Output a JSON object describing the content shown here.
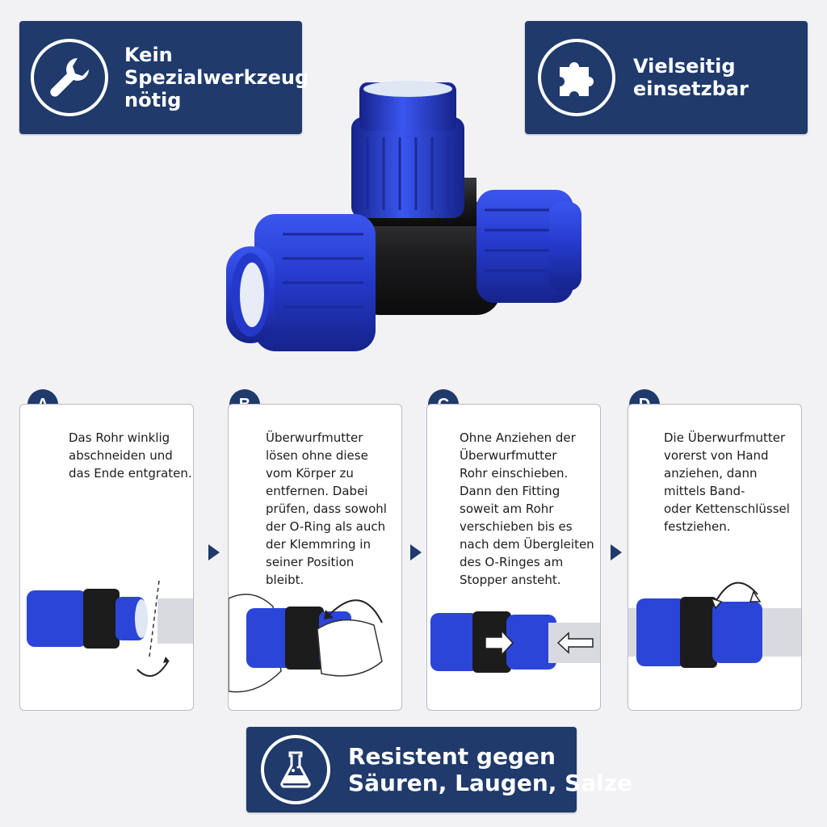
{
  "badges": {
    "tool": {
      "line1": "Kein",
      "line2": "Spezialwerkzeug",
      "line3": "nötig",
      "icon": "wrench-icon"
    },
    "versatile": {
      "line1": "Vielseitig",
      "line2": "einsetzbar",
      "icon": "puzzle-icon"
    },
    "resistant": {
      "line1": "Resistent gegen",
      "line2": "Säuren, Laugen, Salze",
      "icon": "flask-icon"
    }
  },
  "steps": [
    {
      "letter": "A",
      "lines": [
        "Das Rohr winklig",
        "abschneiden und",
        "das Ende entgraten."
      ]
    },
    {
      "letter": "B",
      "lines": [
        "Überwurfmutter",
        "lösen ohne diese",
        "vom Körper zu",
        "entfernen. Dabei",
        "prüfen, dass sowohl",
        "der O-Ring als auch",
        "der Klemmring in",
        "seiner Position",
        "bleibt."
      ]
    },
    {
      "letter": "C",
      "lines": [
        "Ohne Anziehen der",
        "Überwurfmutter",
        "Rohr einschieben.",
        "Dann den Fitting",
        "soweit am Rohr",
        "verschieben bis es",
        "nach dem Übergleiten",
        "des O-Ringes am",
        "Stopper ansteht."
      ]
    },
    {
      "letter": "D",
      "lines": [
        "Die Überwurfmutter",
        "vorerst von Hand",
        "anziehen, dann",
        "mittels Band-",
        "oder Kettenschlüssel",
        "festziehen."
      ]
    }
  ],
  "colors": {
    "navy": "#1f3a6b",
    "blue": "#2b45d8",
    "black": "#1c1c1c",
    "pipe": "#d9dadf"
  }
}
